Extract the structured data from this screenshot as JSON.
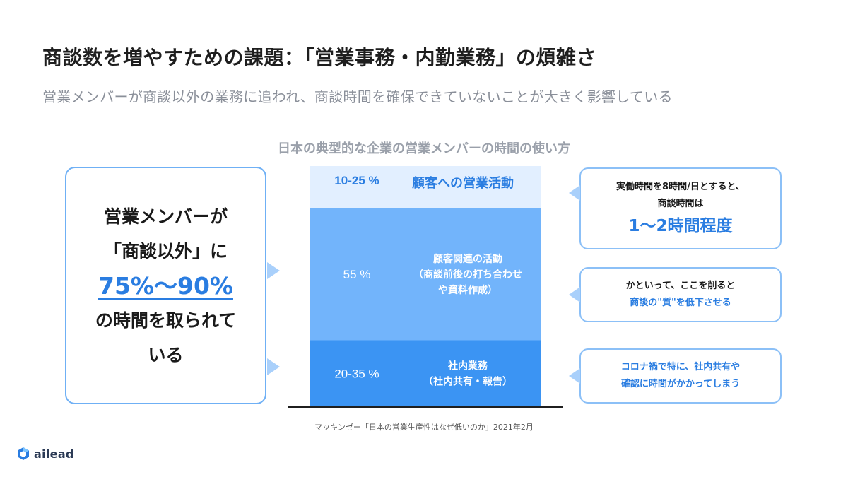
{
  "header": {
    "title": "商談数を増やすための課題：「営業事務・内勤業務」の煩雑さ",
    "subtitle": "営業メンバーが商談以外の業務に追われ、商談時間を確保できていないことが大きく影響している"
  },
  "left_callout": {
    "line1": "営業メンバーが",
    "line2": "「商談以外」に",
    "highlight": "75%〜90%",
    "line3": "の時間を取られて",
    "line4": "いる"
  },
  "chart_data": {
    "type": "bar",
    "subtype": "stacked-100",
    "title": "日本の典型的な企業の営業メンバーの時間の使い方",
    "segments": [
      {
        "range_label": "10-25 %",
        "label_lines": [
          "顧客への営業活動"
        ],
        "value_range": [
          10,
          25
        ],
        "color": "#e2efff",
        "text_color": "#2a7de1"
      },
      {
        "range_label": "55 %",
        "label_lines": [
          "顧客関連の活動",
          "（商談前後の打ち合わせ",
          "や資料作成）"
        ],
        "value": 55,
        "color": "#72b4fb",
        "text_color": "#ffffff"
      },
      {
        "range_label": "20-35 %",
        "label_lines": [
          "社内業務",
          "（社内共有・報告）"
        ],
        "value_range": [
          20,
          35
        ],
        "color": "#3b94f3",
        "text_color": "#ffffff"
      }
    ],
    "source": "マッキンゼー「日本の営業生産性はなぜ低いのか」2021年2月"
  },
  "notes": [
    {
      "line1": "実働時間を8時間/日とすると、",
      "line2": "商談時間は",
      "big": "1〜2時間程度"
    },
    {
      "line1": "かといって、ここを削ると",
      "line2": "商談の\"質\"を低下させる"
    },
    {
      "line1": "コロナ禍で特に、社内共有や",
      "line2": "確認に時間がかかってしまう"
    }
  ],
  "brand": {
    "name": "ailead",
    "accent": "#2a7de1"
  }
}
